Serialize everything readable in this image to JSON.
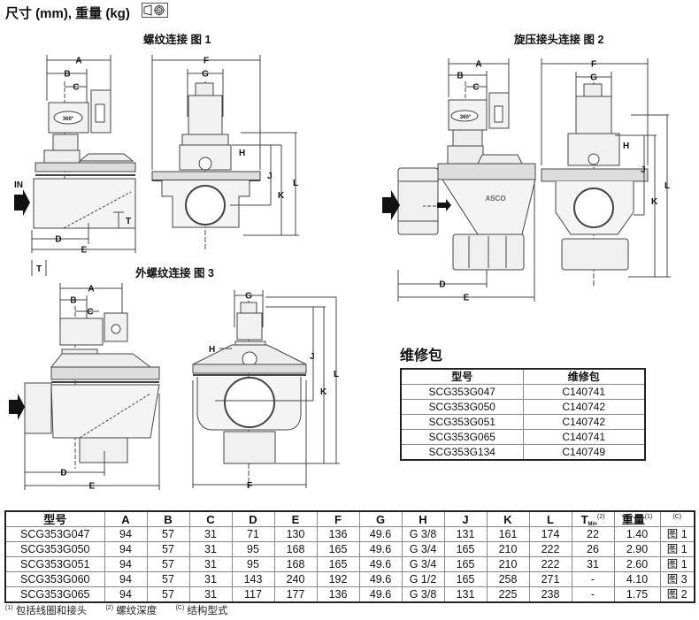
{
  "header": {
    "title": "尺寸 (mm), 重量 (kg)",
    "projection_icon": "first-angle-projection-icon"
  },
  "figures": {
    "fig1": {
      "title": "螺纹连接 图 1",
      "side_labels": [
        "A",
        "B",
        "C",
        "D",
        "E",
        "T"
      ],
      "front_labels": [
        "F",
        "G",
        "H",
        "J",
        "K",
        "L"
      ],
      "inlet_label": "IN",
      "rotation_label": "360°"
    },
    "fig2": {
      "title": "旋压接头连接 图 2",
      "side_labels": [
        "A",
        "B",
        "C",
        "D",
        "E"
      ],
      "front_labels": [
        "F",
        "G",
        "H",
        "J",
        "K",
        "L"
      ],
      "rotation_label": "360°",
      "brand": "ASCO"
    },
    "fig3": {
      "title": "外螺纹连接 图 3",
      "side_labels": [
        "A",
        "B",
        "C",
        "D",
        "E",
        "T"
      ],
      "front_labels": [
        "F",
        "G",
        "H",
        "J",
        "K",
        "L"
      ]
    }
  },
  "repair_kit": {
    "title": "维修包",
    "headers": [
      "型号",
      "维修包"
    ],
    "rows": [
      [
        "SCG353G047",
        "C140741"
      ],
      [
        "SCG353G050",
        "C140742"
      ],
      [
        "SCG353G051",
        "C140742"
      ],
      [
        "SCG353G065",
        "C140741"
      ],
      [
        "SCG353G134",
        "C140749"
      ]
    ]
  },
  "dimensions_table": {
    "headers": {
      "model": "型号",
      "A": "A",
      "B": "B",
      "C": "C",
      "D": "D",
      "E": "E",
      "F": "F",
      "G": "G",
      "H": "H",
      "J": "J",
      "K": "K",
      "L": "L",
      "T": "T",
      "T_sub": "Min",
      "T_sup": "(2)",
      "weight": "重量",
      "weight_sup": "(1)",
      "fig_sup": "(C)"
    },
    "rows": [
      [
        "SCG353G047",
        "94",
        "57",
        "31",
        "71",
        "130",
        "136",
        "49.6",
        "G 3/8",
        "131",
        "161",
        "174",
        "22",
        "1.40",
        "图 1"
      ],
      [
        "SCG353G050",
        "94",
        "57",
        "31",
        "95",
        "168",
        "165",
        "49.6",
        "G 3/4",
        "165",
        "210",
        "222",
        "26",
        "2.90",
        "图 1"
      ],
      [
        "SCG353G051",
        "94",
        "57",
        "31",
        "95",
        "168",
        "165",
        "49.6",
        "G 3/4",
        "165",
        "210",
        "222",
        "31",
        "2.60",
        "图 1"
      ],
      [
        "SCG353G060",
        "94",
        "57",
        "31",
        "143",
        "240",
        "192",
        "49.6",
        "G 1/2",
        "165",
        "258",
        "271",
        "-",
        "4.10",
        "图 3"
      ],
      [
        "SCG353G065",
        "94",
        "57",
        "31",
        "117",
        "177",
        "136",
        "49.6",
        "G 3/8",
        "131",
        "225",
        "238",
        "-",
        "1.75",
        "图 2"
      ]
    ]
  },
  "footnotes": [
    {
      "mark": "(1)",
      "text": "包括线圈和接头"
    },
    {
      "mark": "(2)",
      "text": "螺纹深度"
    },
    {
      "mark": "(C)",
      "text": "结构型式"
    }
  ]
}
